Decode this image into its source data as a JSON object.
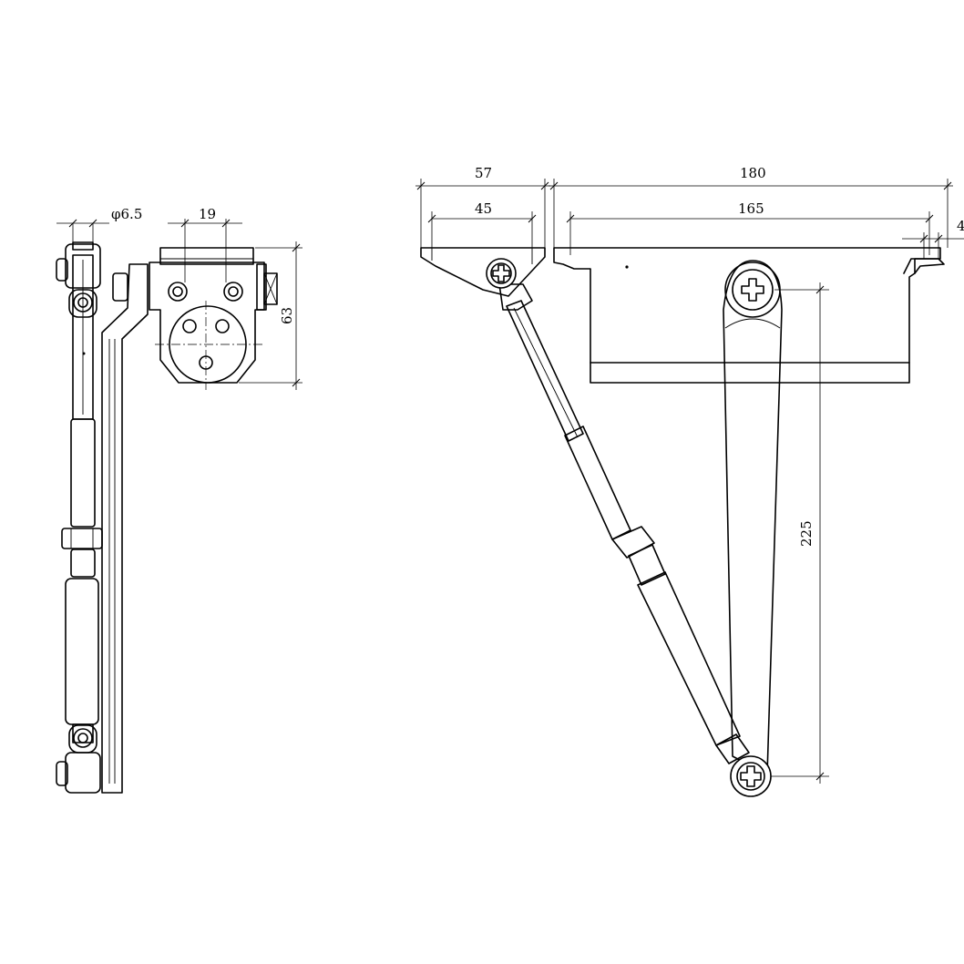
{
  "dimensions": {
    "side_view": {
      "pin_diameter": "φ6.5",
      "bracket_hole_spacing": "19",
      "bracket_height": "63"
    },
    "front_view": {
      "bracket_overall": "57",
      "bracket_holes": "45",
      "body_overall": "180",
      "body_holes": "165",
      "edge_offset": "4",
      "arm_length": "225"
    }
  }
}
